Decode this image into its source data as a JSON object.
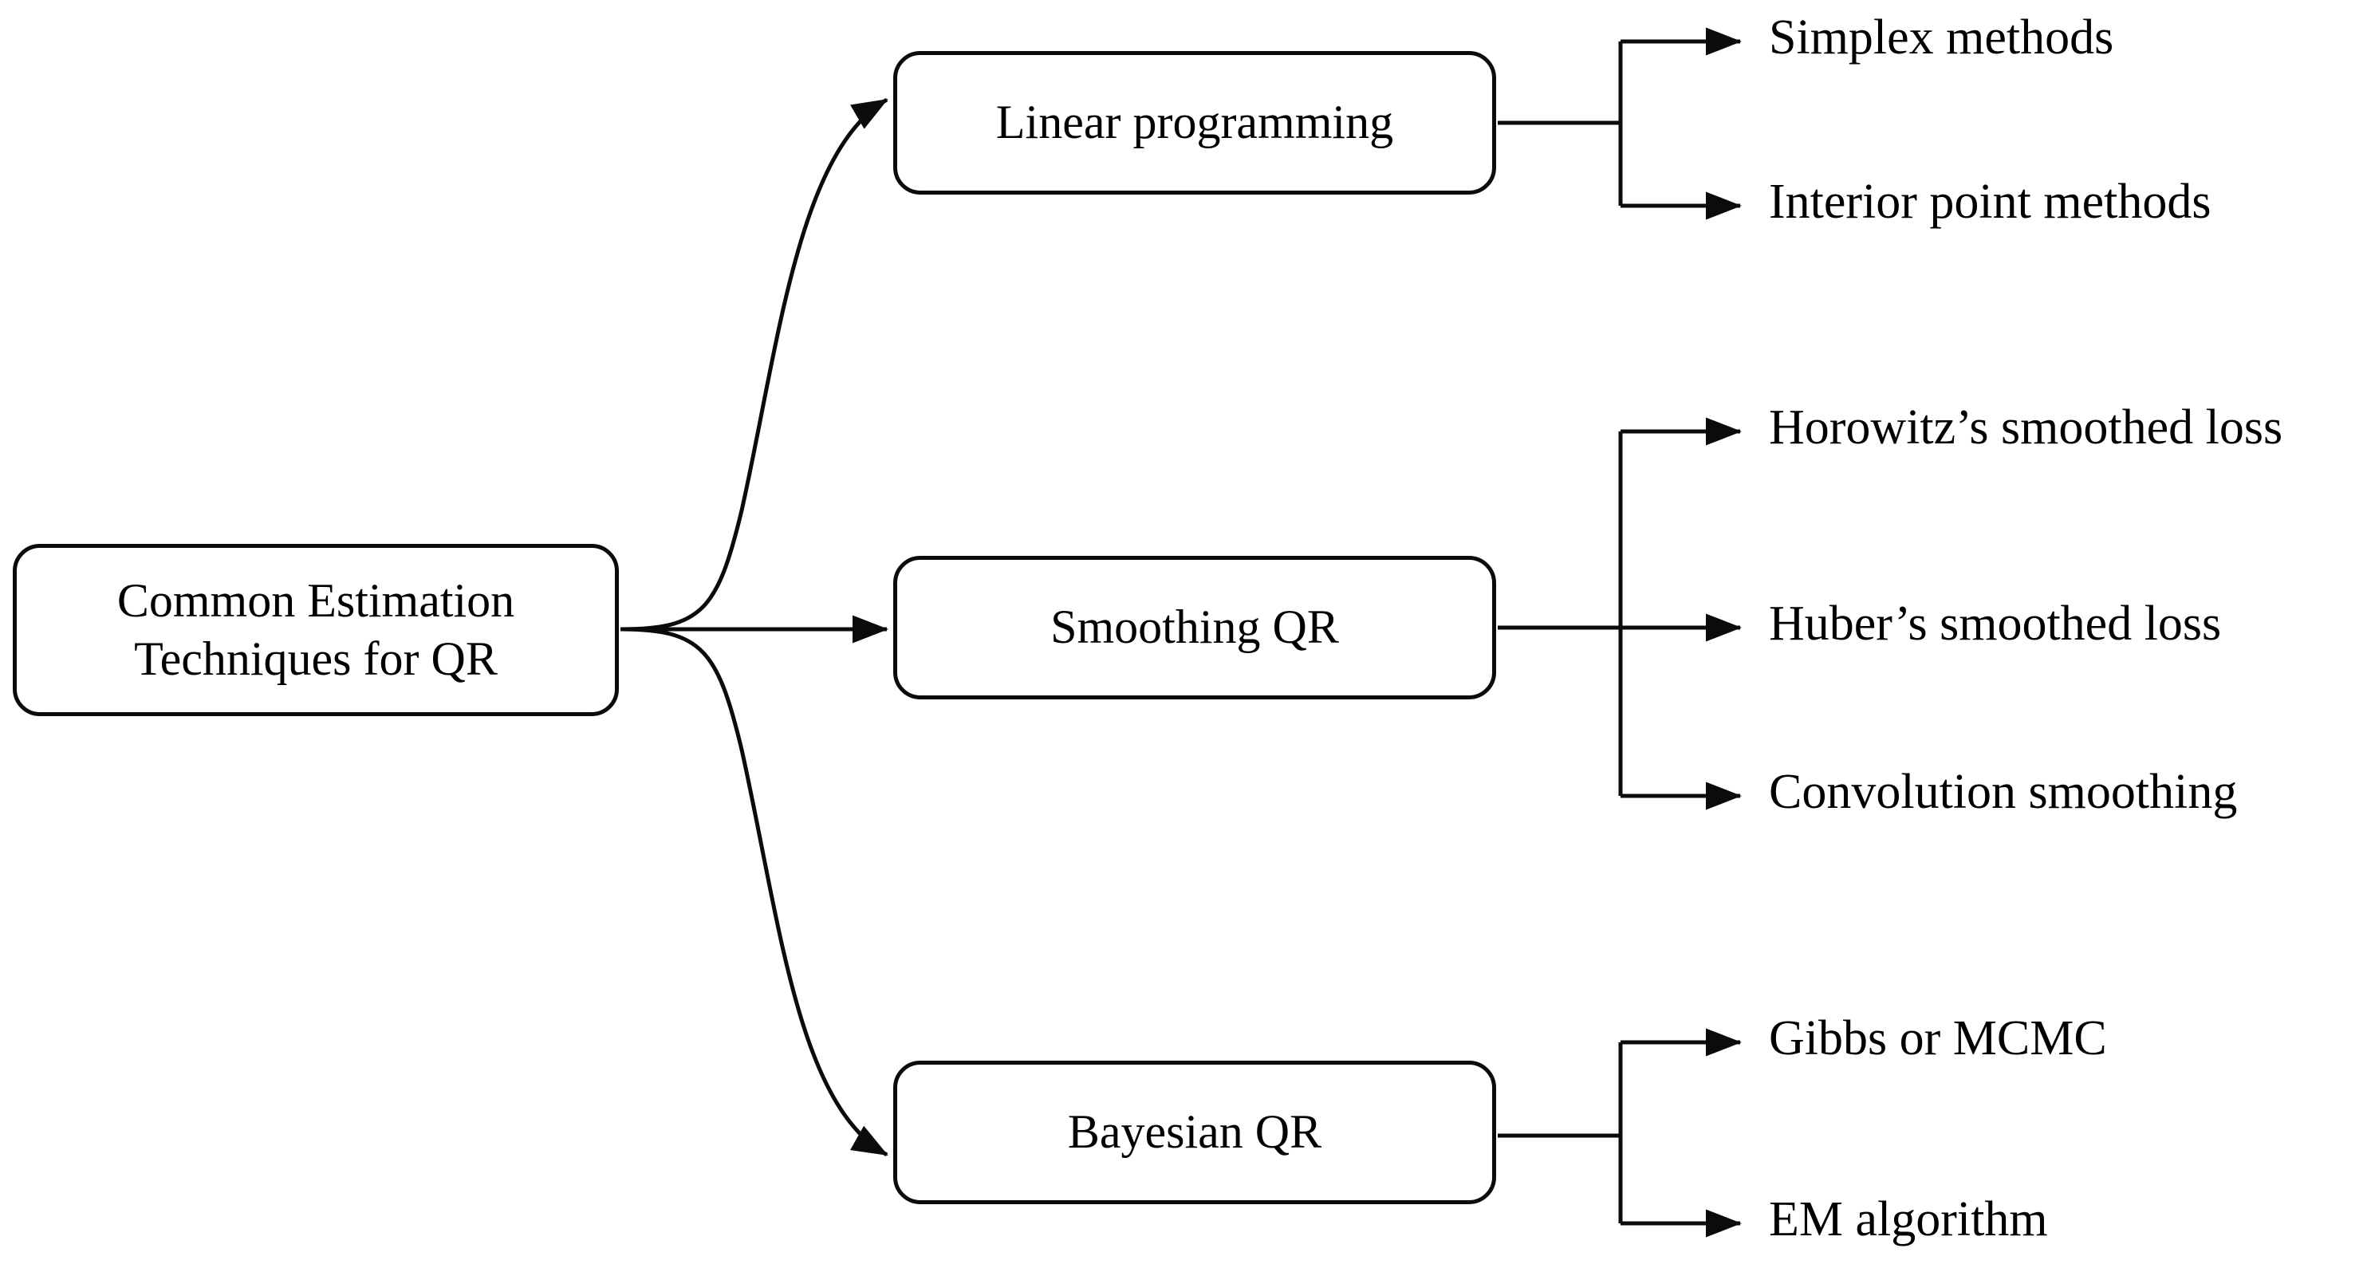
{
  "diagram": {
    "title": "Common Estimation Techniques for QR",
    "type": "tree-flowchart",
    "orientation": "left-to-right",
    "background_color": "#ffffff",
    "line_color": "#0b0b0b",
    "text_color": "#000000",
    "root": {
      "label": "Common Estimation\nTechniques for QR",
      "line1": "Common Estimation",
      "line2": "Techniques for QR",
      "shape": "rounded-rectangle"
    },
    "branches": [
      {
        "id": "linear-programming",
        "label": "Linear programming",
        "shape": "rounded-rectangle",
        "connector": "curved-arrow",
        "leaves": [
          {
            "id": "simplex-methods",
            "label": "Simplex methods"
          },
          {
            "id": "interior-point-methods",
            "label": "Interior point methods"
          }
        ]
      },
      {
        "id": "smoothing-qr",
        "label": "Smoothing QR",
        "shape": "rounded-rectangle",
        "connector": "straight-arrow",
        "leaves": [
          {
            "id": "horowitz-smoothed-loss",
            "label": "Horowitz’s smoothed loss"
          },
          {
            "id": "huber-smoothed-loss",
            "label": "Huber’s smoothed loss"
          },
          {
            "id": "convolution-smoothing",
            "label": "Convolution smoothing"
          }
        ]
      },
      {
        "id": "bayesian-qr",
        "label": "Bayesian QR",
        "shape": "rounded-rectangle",
        "connector": "curved-arrow",
        "leaves": [
          {
            "id": "gibbs-or-mcmc",
            "label": "Gibbs or MCMC"
          },
          {
            "id": "em-algorithm",
            "label": "EM algorithm"
          }
        ]
      }
    ]
  }
}
